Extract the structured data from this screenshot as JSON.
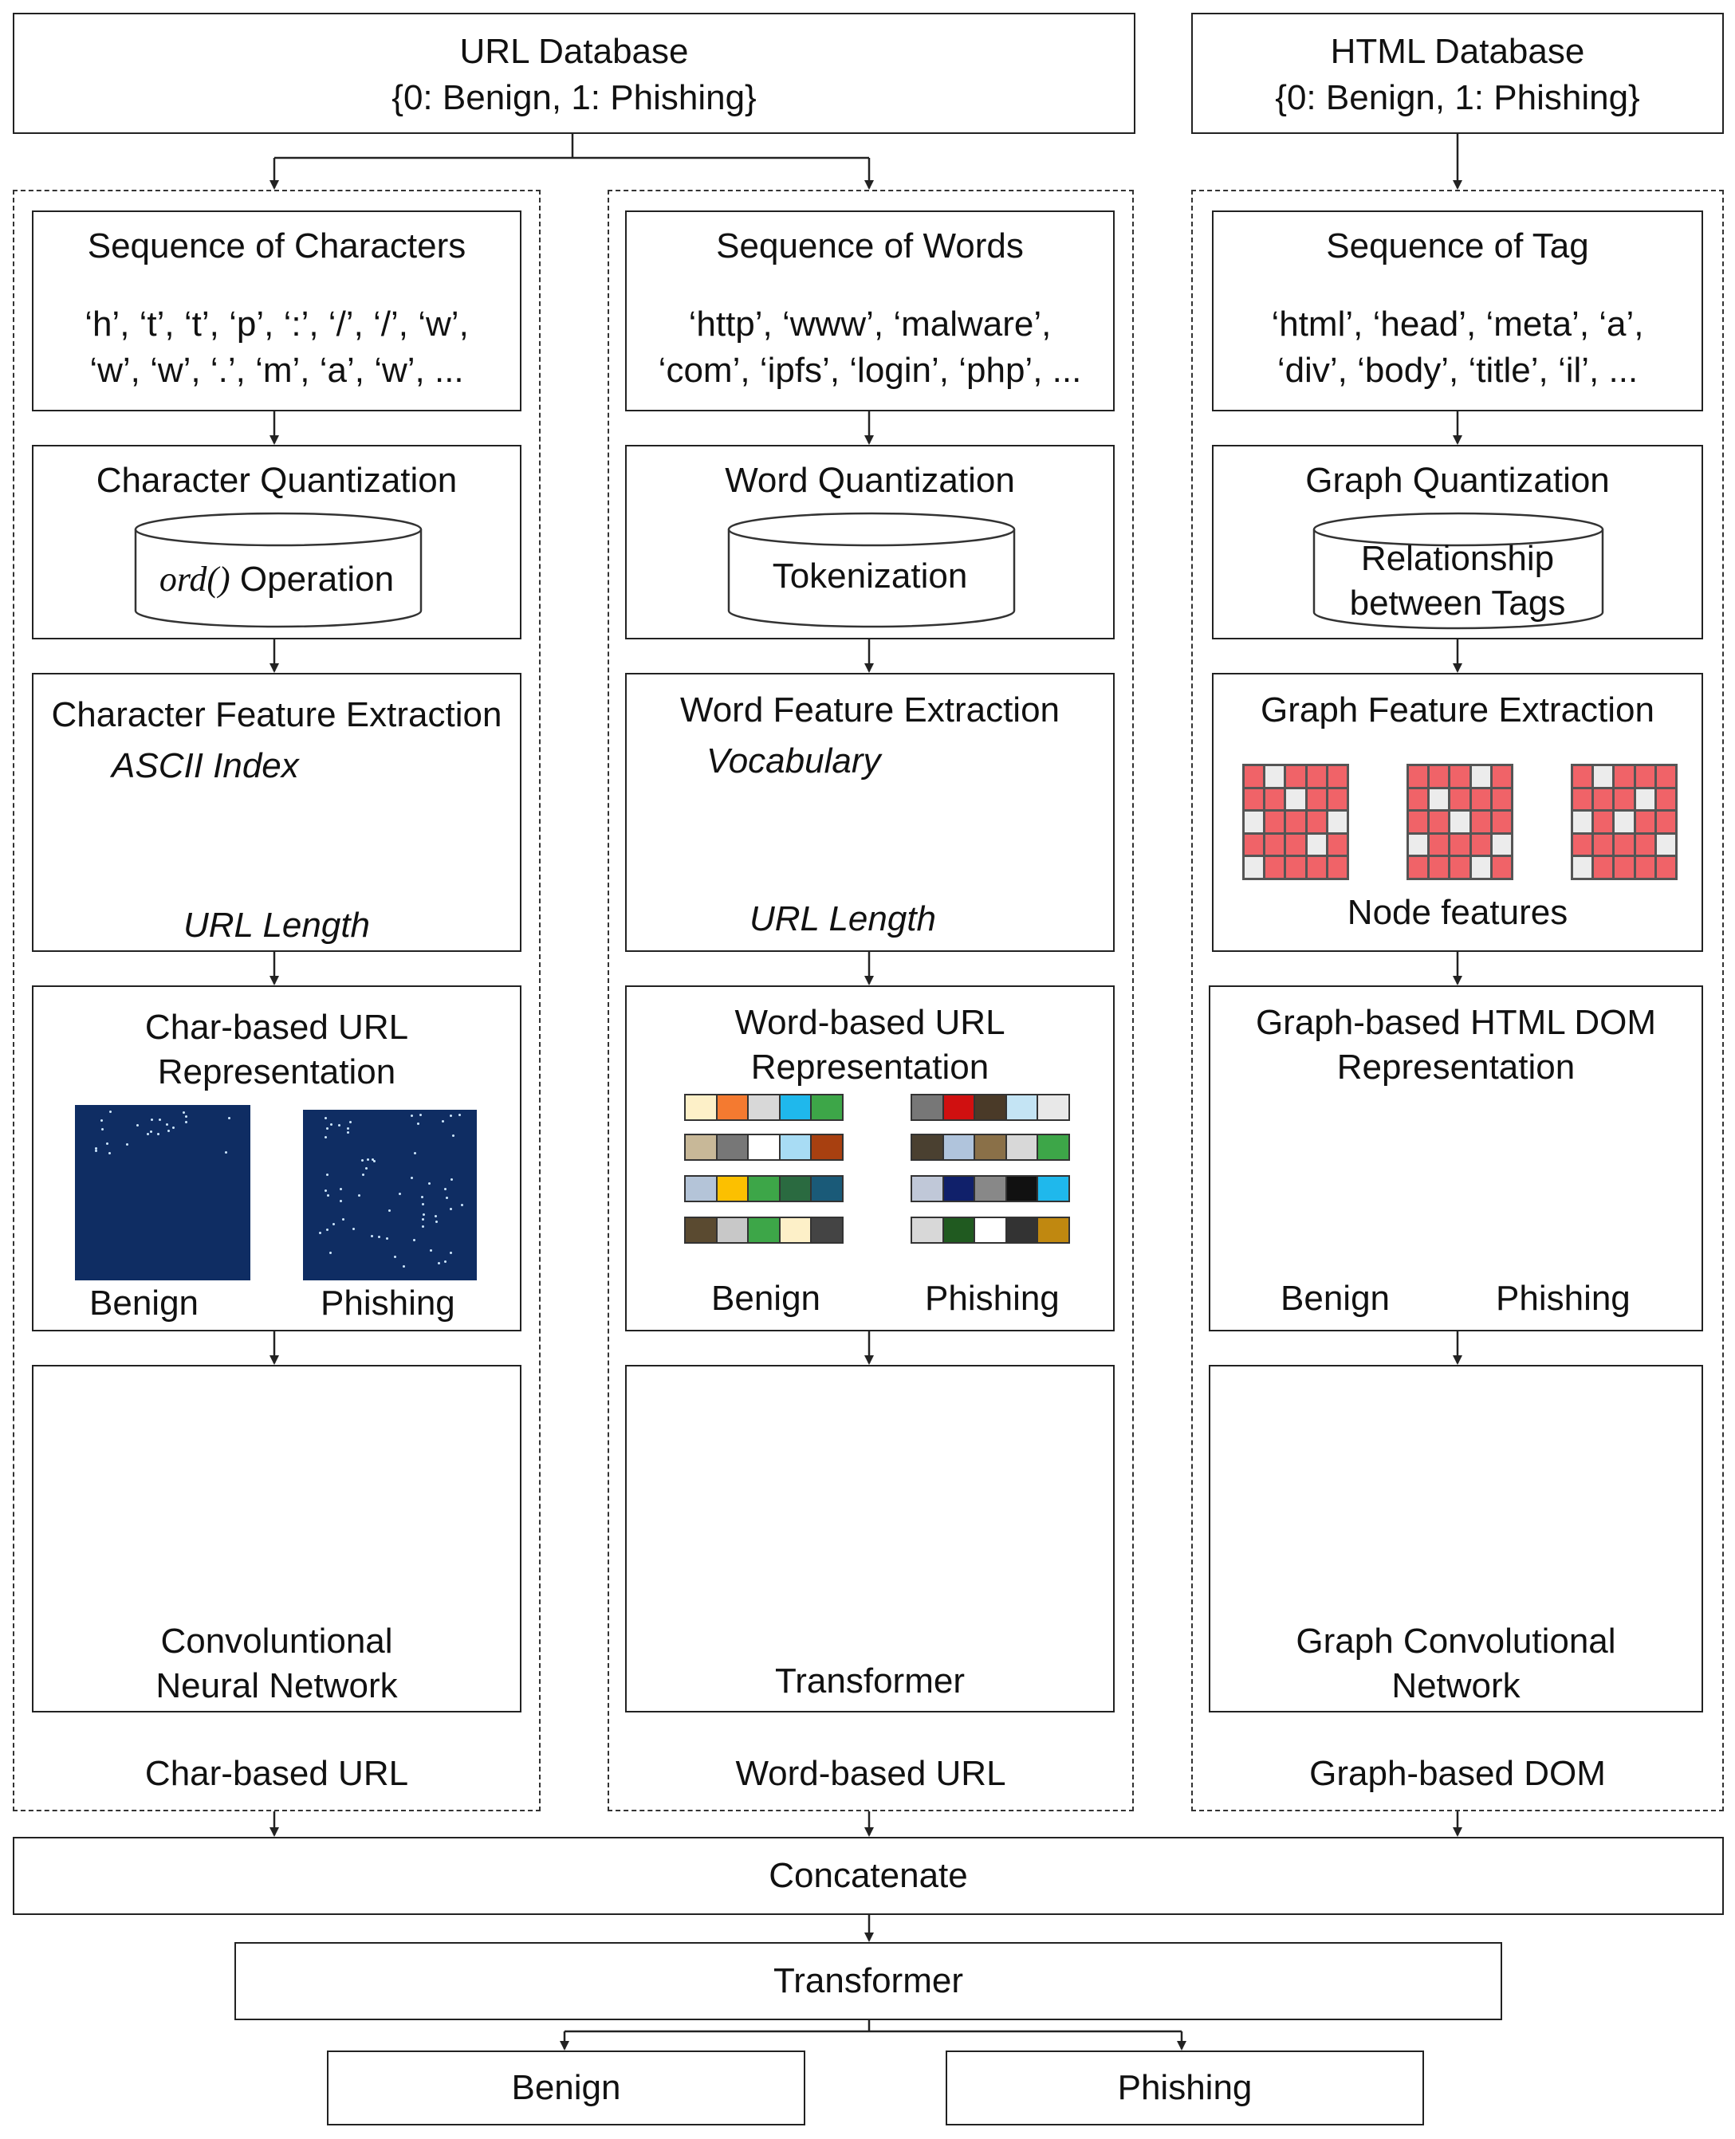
{
  "url_db": {
    "title": "URL Database",
    "labels": "{0: Benign, 1: Phishing}"
  },
  "html_db": {
    "title": "HTML Database",
    "labels": "{0: Benign, 1: Phishing}"
  },
  "char": {
    "seq_title": "Sequence of Characters",
    "seq_line1": "‘h’, ‘t’, ‘t’, ‘p’, ‘:’, ‘/’, ‘/’, ‘w’,",
    "seq_line2": "‘w’, ‘w’, ‘.’, ‘m’, ‘a’, ‘w’, ...",
    "quant_title": "Character Quantization",
    "quant_fn": "ord()",
    "quant_op": " Operation",
    "feat_title": "Character Feature Extraction",
    "feat_ylabel": "ASCII Index",
    "feat_xlabel": "URL Length",
    "rep_title1": "Char-based URL",
    "rep_title2": "Representation",
    "benign": "Benign",
    "phishing": "Phishing",
    "model1": "Convoluntional",
    "model2": "Neural Network",
    "branch": "Char-based URL"
  },
  "word": {
    "seq_title": "Sequence of Words",
    "seq_line1": "‘http’, ‘www’, ‘malware’,",
    "seq_line2": "‘com’, ‘ipfs’, ‘login’, ‘php’, ...",
    "quant_title": "Word Quantization",
    "quant_op": "Tokenization",
    "feat_title": "Word Feature Extraction",
    "feat_ylabel": "Vocabulary",
    "feat_xlabel": "URL Length",
    "rep_title1": "Word-based URL",
    "rep_title2": "Representation",
    "benign": "Benign",
    "phishing": "Phishing",
    "model1": "Transformer",
    "branch": "Word-based URL"
  },
  "graph": {
    "seq_title": "Sequence of Tag",
    "seq_line1": "‘html’, ‘head’, ‘meta’, ‘a’,",
    "seq_line2": "‘div’, ‘body’, ‘title’, ‘il’, ...",
    "quant_title": "Graph Quantization",
    "quant_op1": "Relationship",
    "quant_op2": "between Tags",
    "feat_title": "Graph Feature Extraction",
    "feat_caption": "Node features",
    "rep_title1": "Graph-based HTML DOM",
    "rep_title2": "Representation",
    "benign": "Benign",
    "phishing": "Phishing",
    "model1": "Graph Convolutional",
    "model2": "Network",
    "branch": "Graph-based DOM"
  },
  "concat": "Concatenate",
  "transformer": "Transformer",
  "out_benign": "Benign",
  "out_phishing": "Phishing"
}
